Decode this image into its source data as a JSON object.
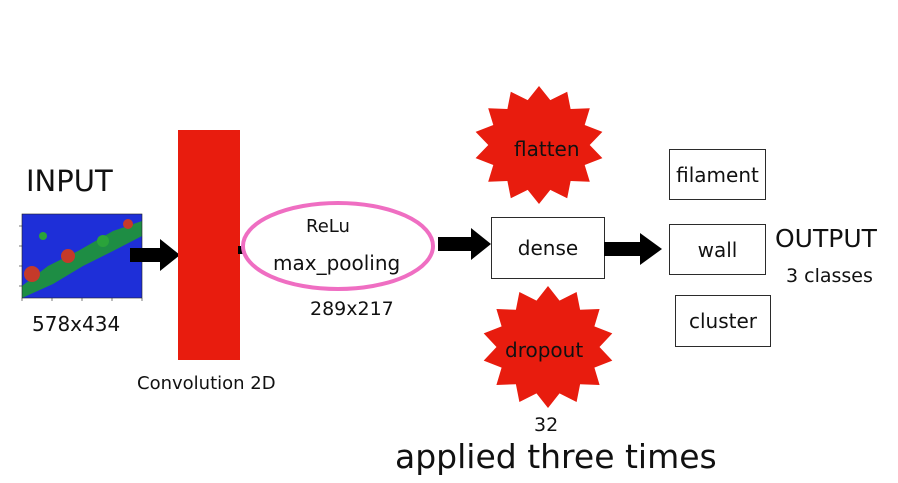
{
  "input": {
    "title": "INPUT",
    "size": "578x434"
  },
  "conv": {
    "label": "Convolution 2D",
    "color": "#e81c0e"
  },
  "pool": {
    "activation": "ReLu",
    "operation": "max_pooling",
    "size": "289x217",
    "ellipse_color": "#ef6ec2"
  },
  "stars": {
    "flatten": "flatten",
    "dropout": "dropout",
    "color": "#e81c0e"
  },
  "dense": {
    "label": "dense",
    "units": "32"
  },
  "footer": {
    "note": "applied three times"
  },
  "output": {
    "title": "OUTPUT",
    "classes_text": "3 classes",
    "classes": [
      "filament",
      "wall",
      "cluster"
    ]
  }
}
